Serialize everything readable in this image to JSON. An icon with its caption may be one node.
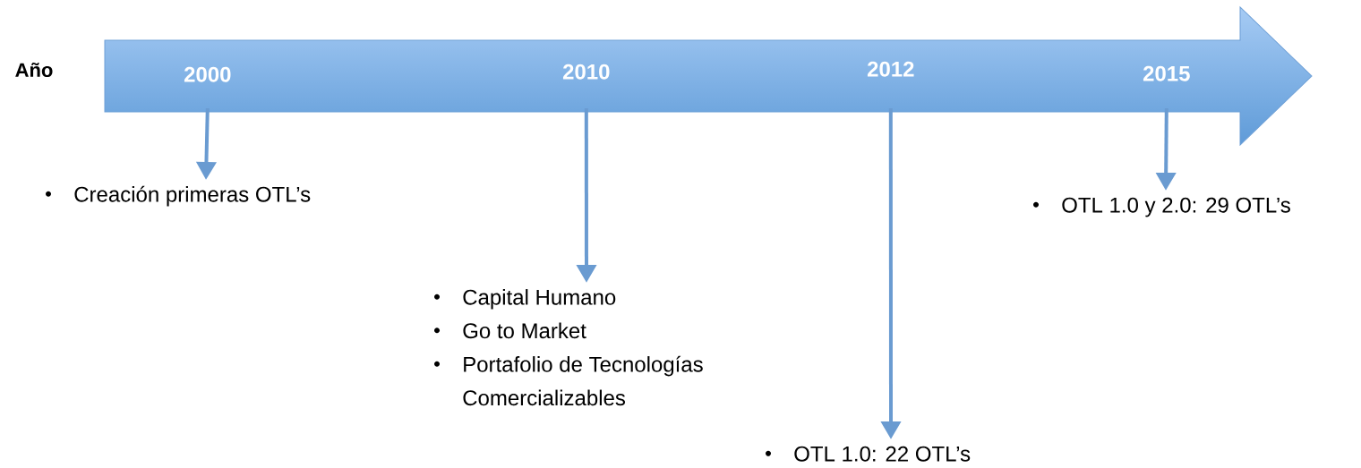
{
  "diagram": {
    "nodes": [
      {
        "text": [],
        "shape": "arrow"
      },
      {
        "text": [
          "2000"
        ],
        "in": 0
      },
      {
        "text": [
          "2010"
        ],
        "in": 0
      },
      {
        "text": [
          "2012"
        ],
        "in": 0
      },
      {
        "text": [
          "2015"
        ],
        "in": 0
      },
      {
        "text": [
          "Creación primeras OTL’s"
        ]
      },
      {
        "text": [
          "Capital Humano",
          "Go to Market",
          "Portafolio de Tecnologías Comercializables"
        ]
      },
      {
        "text": [
          "OTL 1.0: 22 OTL’s"
        ]
      },
      {
        "text": [
          "OTL 1.0 y 2.0: 29 OTL’s"
        ]
      }
    ],
    "edges": [
      {
        "from": 1,
        "to": 5,
        "arrow": "to"
      },
      {
        "from": 2,
        "to": 6,
        "arrow": "to"
      },
      {
        "from": 3,
        "to": 7,
        "arrow": "to"
      },
      {
        "from": 4,
        "to": 8,
        "arrow": "to"
      }
    ],
    "labels": [
      "Año"
    ]
  }
}
